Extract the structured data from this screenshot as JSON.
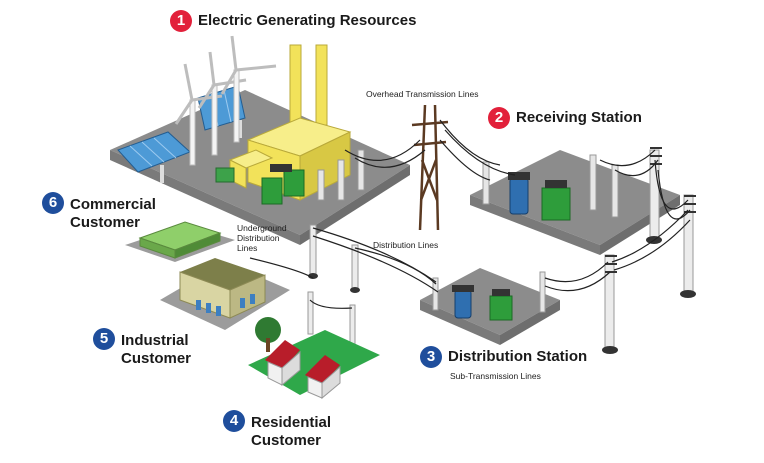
{
  "colors": {
    "badge_red": "#e2203a",
    "badge_blue": "#1f4e9c",
    "ground_gray": "#8c8c8c",
    "lawn_green": "#2fa84a",
    "transformer_green": "#2e9d3b",
    "transformer_blue": "#2f6fb0",
    "plant_yellow": "#f2e25a",
    "solar_blue": "#4d9ad6",
    "roof_red": "#b81d2a"
  },
  "labels": {
    "generating": {
      "number": "1",
      "text": "Electric Generating Resources"
    },
    "receiving": {
      "number": "2",
      "text": "Receiving Station"
    },
    "distribution_station": {
      "number": "3",
      "text": "Distribution Station"
    },
    "residential": {
      "number": "4",
      "line1": "Residential",
      "line2": "Customer"
    },
    "industrial": {
      "number": "5",
      "line1": "Industrial",
      "line2": "Customer"
    },
    "commercial": {
      "number": "6",
      "line1": "Commercial",
      "line2": "Customer"
    }
  },
  "annotations": {
    "overhead": "Overhead Transmission Lines",
    "underground": [
      "Underground",
      "Distribution",
      "Lines"
    ],
    "distribution_lines": "Distribution Lines",
    "sub_transmission": "Sub-Transmission Lines"
  }
}
